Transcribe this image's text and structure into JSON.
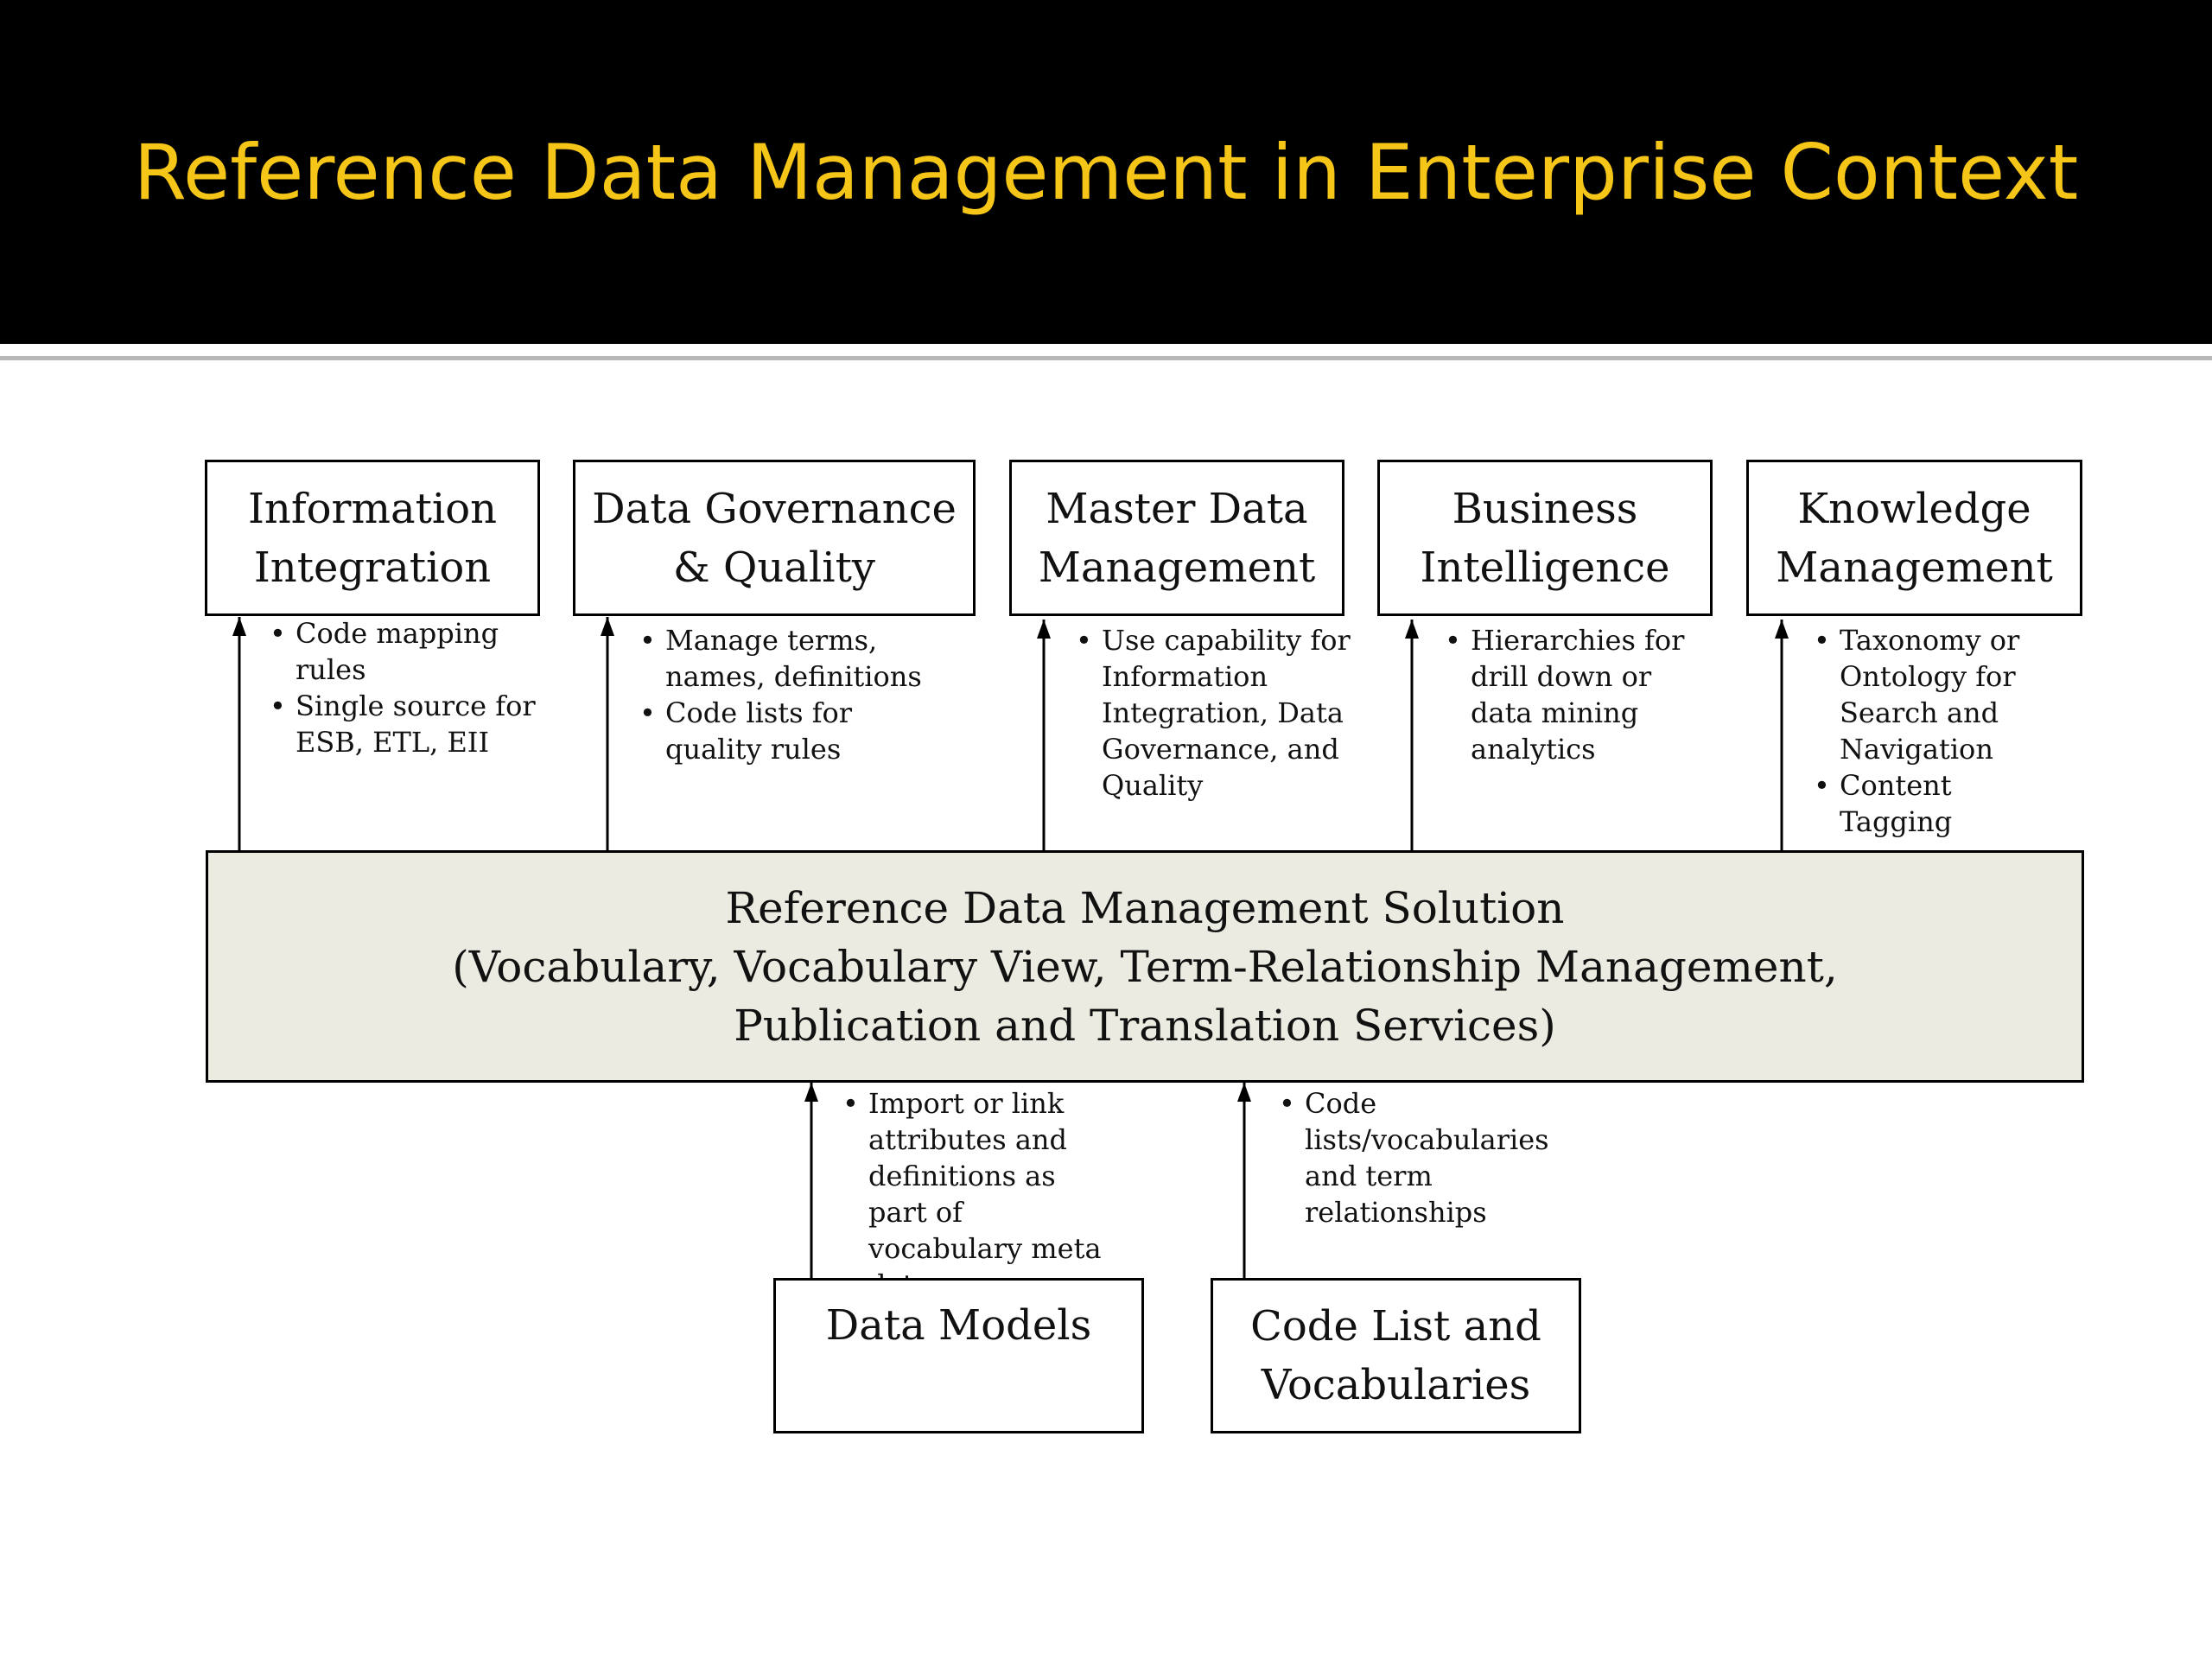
{
  "slide": {
    "title": "Reference Data Management in Enterprise Context"
  },
  "consumers": [
    {
      "label": "Information\nIntegration",
      "bullets": [
        "Code mapping rules",
        "Single source for ESB, ETL, EII"
      ]
    },
    {
      "label": "Data Governance\n& Quality",
      "bullets": [
        "Manage terms, names, definitions",
        "Code lists for quality rules"
      ]
    },
    {
      "label": "Master Data\nManagement",
      "bullets": [
        "Use capability for Information Integration, Data Governance, and Quality"
      ]
    },
    {
      "label": "Business\nIntelligence",
      "bullets": [
        "Hierarchies for drill down or data mining analytics"
      ]
    },
    {
      "label": "Knowledge\nManagement",
      "bullets": [
        "Taxonomy or Ontology for Search and Navigation",
        "Content Tagging"
      ]
    }
  ],
  "solution": {
    "label": "Reference Data Management Solution\n(Vocabulary, Vocabulary View, Term-Relationship Management,\nPublication and Translation Services)"
  },
  "sources": [
    {
      "label": "Data Models",
      "bullets": [
        "Import or link attributes and definitions as part of vocabulary meta data"
      ]
    },
    {
      "label": "Code List and\nVocabularies",
      "bullets": [
        "Code lists/vocabularies and term relationships"
      ]
    }
  ],
  "colors": {
    "title_bar": "#000000",
    "title_text": "#f5c518",
    "solution_fill": "#ecebe2",
    "rule": "#b8b8b8"
  }
}
